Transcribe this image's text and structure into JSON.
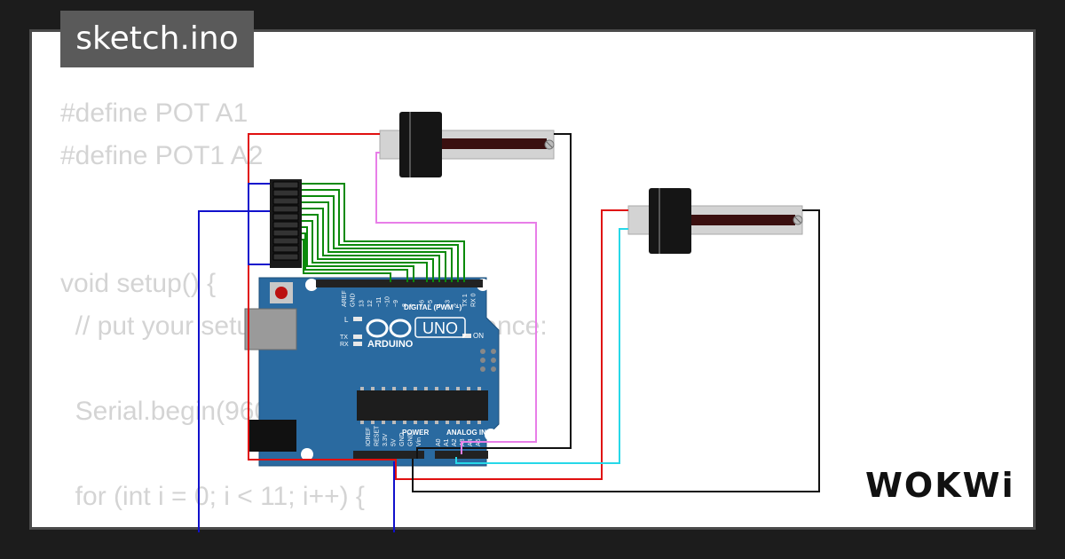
{
  "tab": {
    "title": "sketch.ino"
  },
  "code": {
    "lines": [
      "#define POT A1",
      "#define POT1 A2",
      "",
      "",
      "void setup() {",
      "  // put your setup code here, to run once:",
      "",
      "  Serial.begin(9600);",
      "",
      "  for (int i = 0; i < 11; i++) {"
    ]
  },
  "board": {
    "brand": "ARDUINO",
    "model": "UNO",
    "digital_label": "DIGITAL (PWM ~)",
    "analog_label": "ANALOG IN",
    "power_label": "POWER",
    "on_label": "ON",
    "l_label": "L",
    "tx_label": "TX",
    "rx_label": "RX",
    "top_pins": [
      "AREF",
      "GND",
      "13",
      "12",
      "~11",
      "~10",
      "~9",
      "8",
      "7",
      "~6",
      "~5",
      "4",
      "~3",
      "2",
      "TX 1",
      "RX 0"
    ],
    "power_pins": [
      "IOREF",
      "RESET",
      "3.3V",
      "5V",
      "GND",
      "GND",
      "Vin"
    ],
    "analog_pins": [
      "A0",
      "A1",
      "A2",
      "A3",
      "A4",
      "A5"
    ]
  },
  "brand_logo": "WOKWi",
  "colors": {
    "background": "#1c1c1c",
    "board": "#2a6aa0",
    "wire_red": "#e01010",
    "wire_black": "#111111",
    "wire_blue": "#1111cc",
    "wire_green": "#0a8a0a",
    "wire_pink": "#e87ee8",
    "wire_cyan": "#27d8e8"
  },
  "icons": [
    "potentiometer-icon",
    "led-bar-graph-icon",
    "usb-port-icon",
    "power-jack-icon",
    "reset-button-icon",
    "chip-icon"
  ]
}
